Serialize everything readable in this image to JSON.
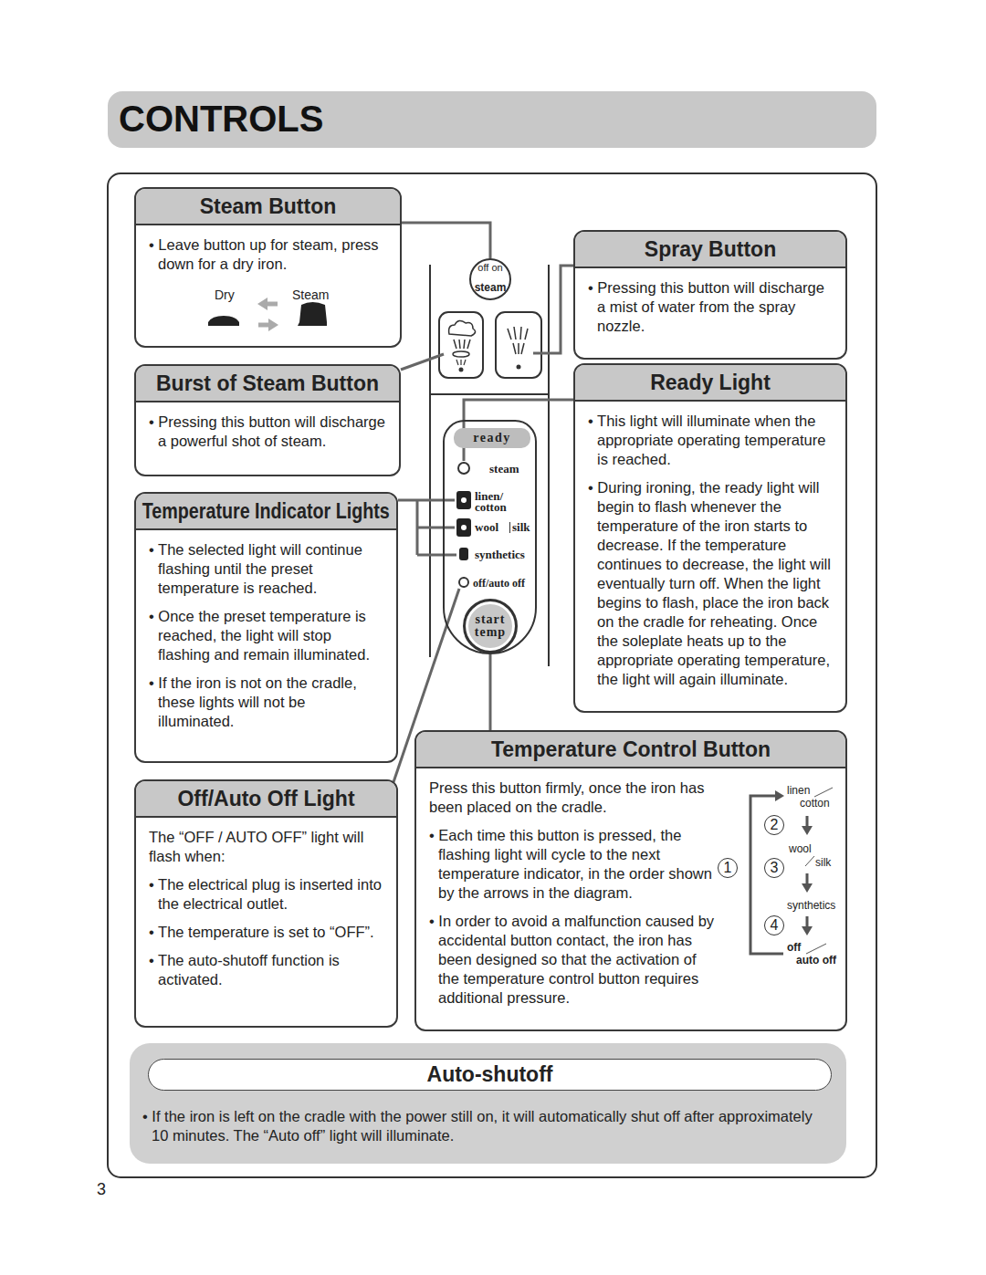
{
  "diagram": {
    "title": "CONTROLS",
    "nodes": [
      {
        "text": [
          "Steam Button",
          "• Leave button up for steam, press down for a dry iron.",
          "Dry",
          "Steam"
        ]
      },
      {
        "text": [
          "Spray Button",
          "• Pressing this button will discharge a mist of water from the spray nozzle."
        ]
      },
      {
        "text": [
          "Burst of Steam Button",
          "• Pressing this button will discharge a powerful shot of steam."
        ]
      },
      {
        "text": [
          "Ready Light",
          "• This light will illuminate when the appropriate operating temperature is reached.",
          "• During ironing, the ready light will begin to flash whenever the temperature of the iron starts to decrease. If the temperature continues to decrease, the light will eventually turn off. When the light begins to flash, place the iron back on the cradle for reheating. Once the soleplate heats up to the appropriate operating temperature, the light will again illuminate."
        ]
      },
      {
        "text": [
          "Temperature Indicator Lights",
          "• The selected light will continue flashing until the preset temperature is reached.",
          "• Once the preset temperature is reached, the light will stop flashing and remain illuminated.",
          "• If the iron is not on the cradle, these lights will not be illuminated."
        ]
      },
      {
        "text": [
          "Temperature Control Button",
          "Press this button firmly, once the iron has been placed on the cradle.",
          "• Each time this button is pressed, the flashing light will cycle to the next temperature indicator, in the order shown by the arrows in the diagram.",
          "• In order to avoid a malfunction caused by accidental button contact, the iron has been designed so that the activation of the temperature control button requires additional pressure."
        ]
      },
      {
        "text": [
          "Off/Auto Off Light",
          "The “OFF / AUTO OFF” light will flash when:",
          "• The electrical plug is inserted into the electrical outlet.",
          "• The temperature is set to “OFF”.",
          "• The auto-shutoff function is activated."
        ]
      },
      {
        "text": [
          "• If the iron is left on the cradle with the power still on, it will automatically shut off after approximately 10 minutes. The “Auto off” light will illuminate."
        ]
      },
      {
        "text": [
          "Auto-shutoff"
        ],
        "in": 7
      },
      {
        "text": [
          "off on",
          "steam"
        ]
      },
      {
        "text": [
          "ready",
          "steam",
          "linen/ cotton",
          "wool",
          "silk",
          "synthetics",
          "off/auto off"
        ]
      },
      {
        "text": [
          "start temp"
        ],
        "in": 10
      }
    ],
    "edges": [
      {
        "from": 0,
        "to": 9,
        "arrow": "none"
      },
      {
        "from": 5,
        "to": 11,
        "arrow": "none"
      }
    ],
    "labels": [
      "linen",
      "cotton",
      "2",
      "wool",
      "silk",
      "1",
      "3",
      "synthetics",
      "4",
      "off",
      "auto off",
      "3"
    ]
  }
}
